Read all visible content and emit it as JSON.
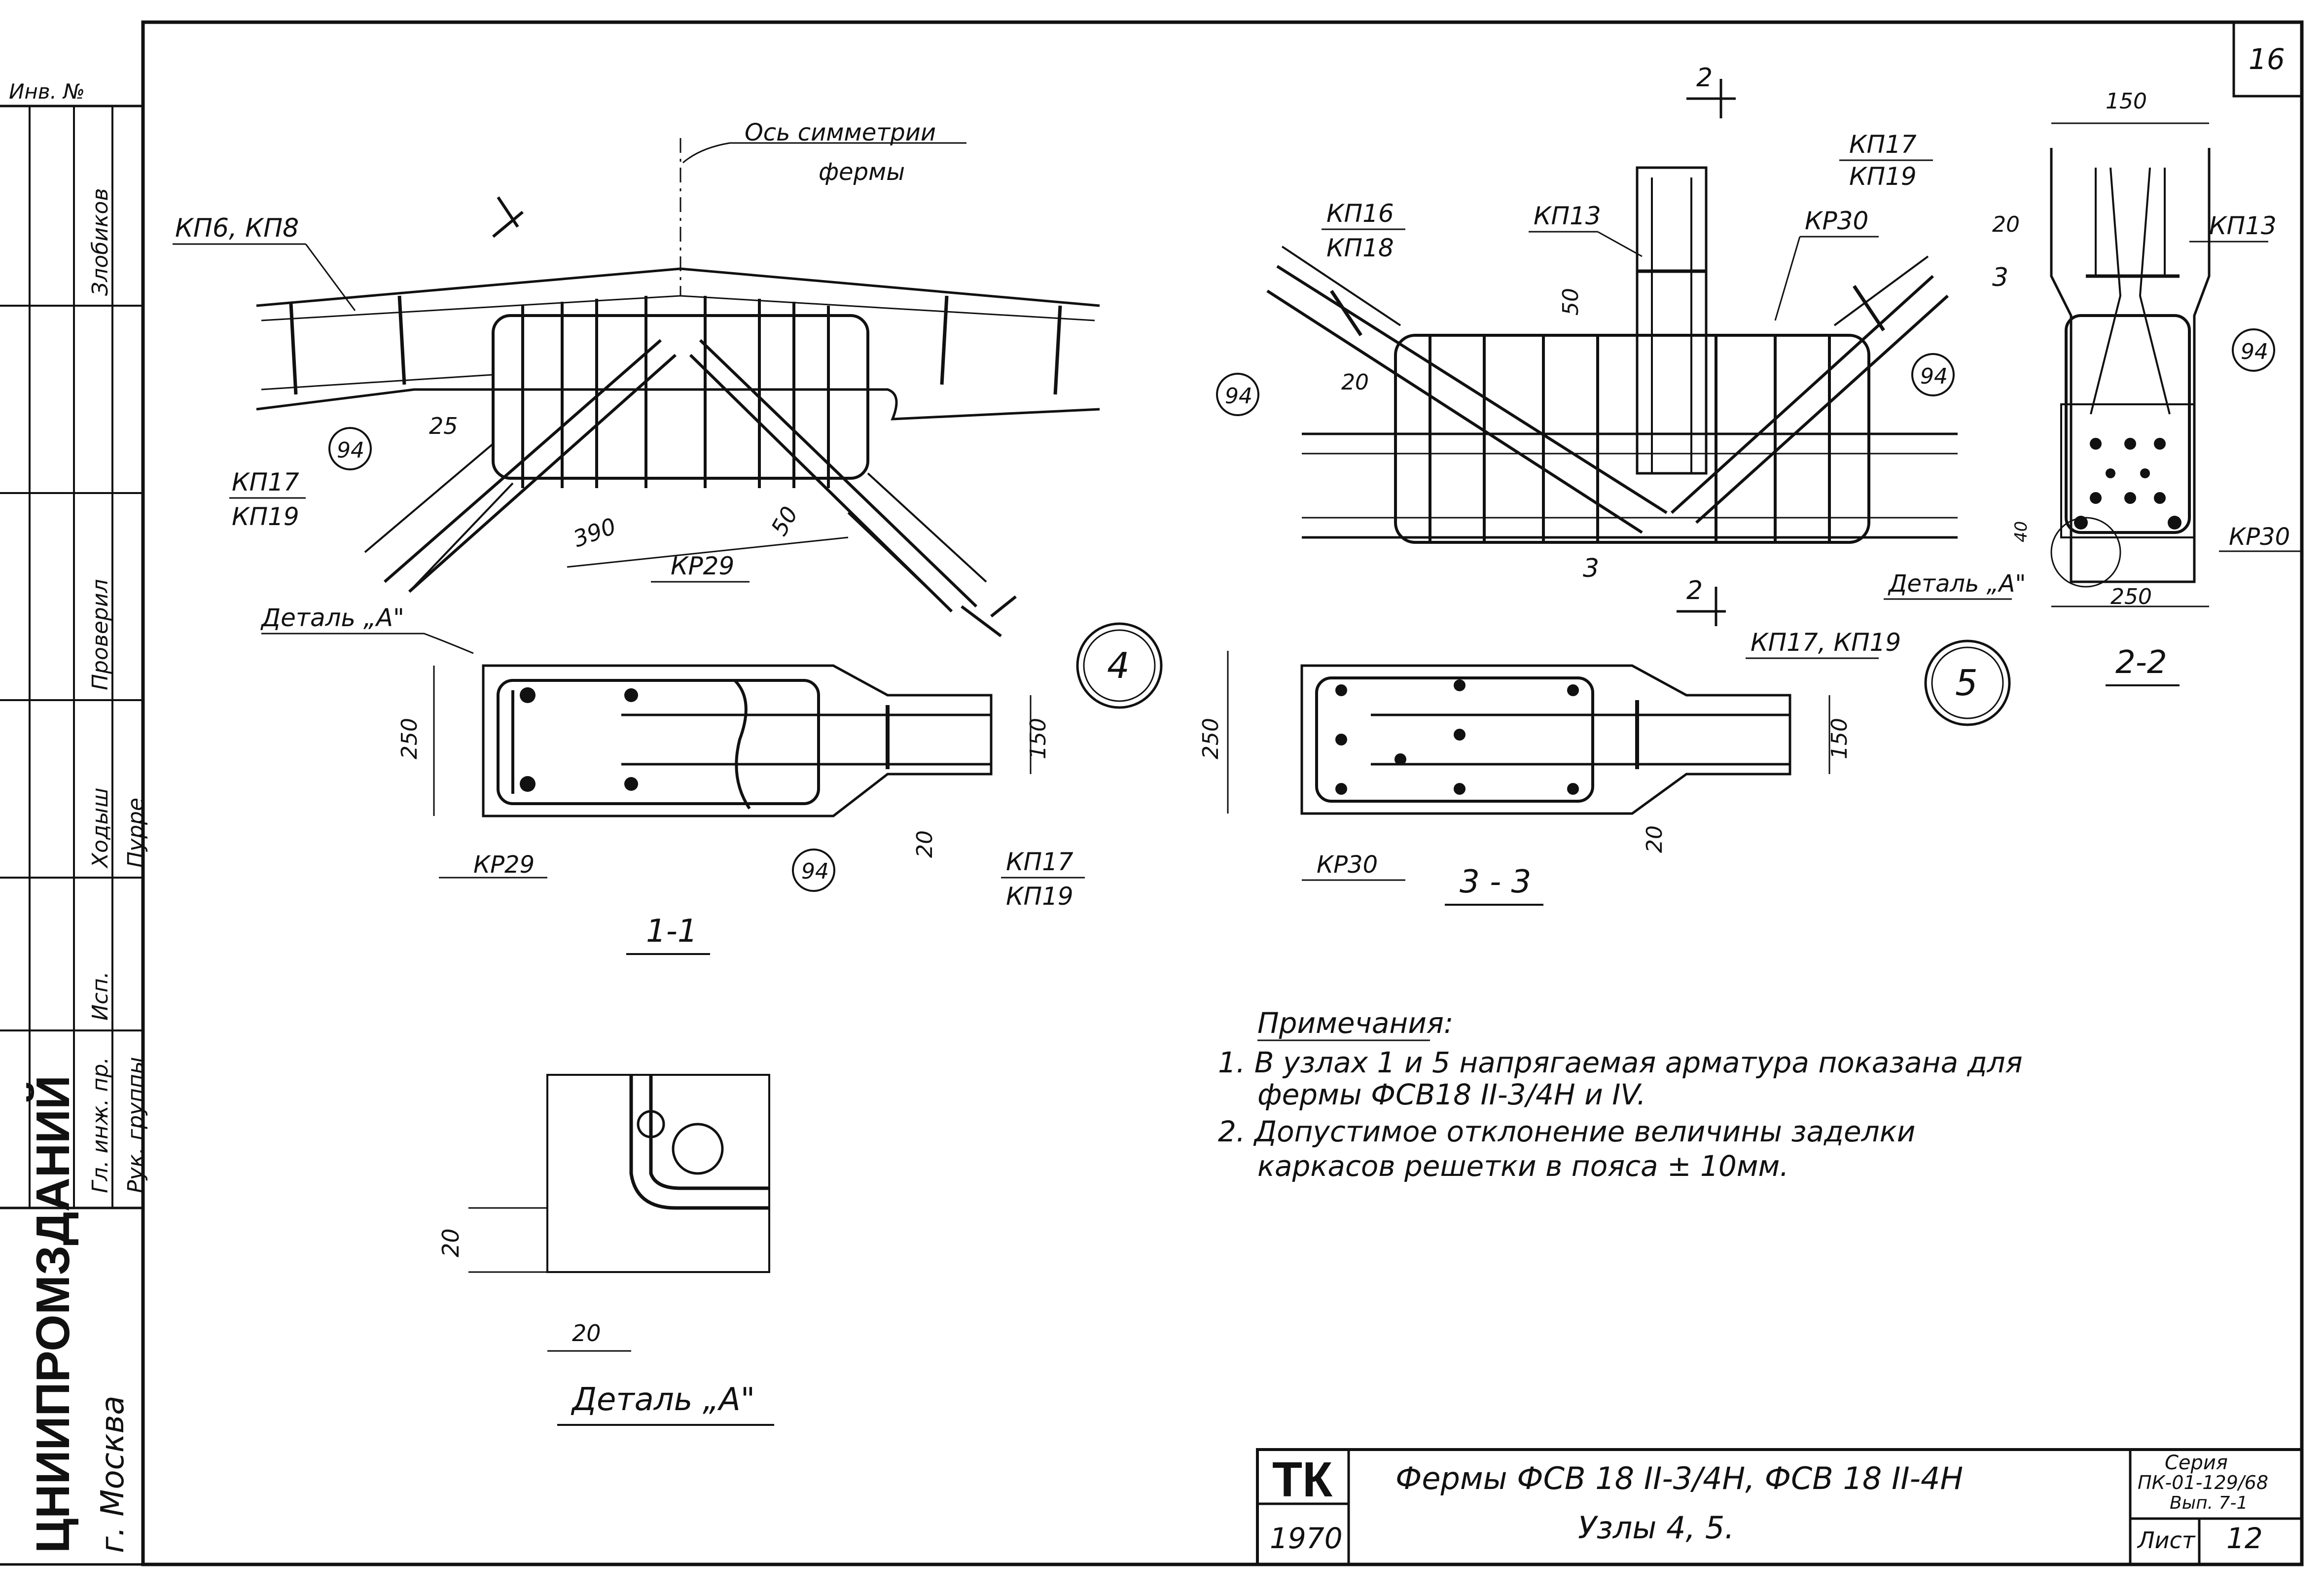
{
  "sheet_number": "16",
  "side_stamp": {
    "inv_no": "Инв. №",
    "row_labels": [
      "Гл. инж. пр.",
      "Рук. группы",
      "Исп.",
      "Ходыш",
      "Проверил",
      "Злобиков"
    ],
    "signatures": [
      "Ходыш",
      "Пурре"
    ],
    "org": "ЦНИИПРОМЗДАНИЙ",
    "city": "г. Москва"
  },
  "node4": {
    "axis_label": "Ось симметрии",
    "axis_label2": "фермы",
    "kp6": "КП6, КП8",
    "kp17": "КП17",
    "kp19": "КП19",
    "kr29": "КР29",
    "d25": "25",
    "d390": "390",
    "d50": "50",
    "call94": "94",
    "detail_ref": "Деталь „А\"",
    "node_no": "4"
  },
  "node5": {
    "cut2": "2",
    "cut3": "3",
    "kp16": "КП16",
    "kp18": "КП18",
    "kp13": "КП13",
    "kp17": "КП17",
    "kp19": "КП19",
    "kr30": "КР30",
    "d50": "50",
    "d20": "20",
    "call94a": "94",
    "call94b": "94",
    "node_no": "5"
  },
  "section22": {
    "d150": "150",
    "d20": "20",
    "kp13": "КП13",
    "call94": "94",
    "d40": "40",
    "kr30": "КР30",
    "detail_ref": "Деталь „А\"",
    "d250": "250",
    "cut3": "3",
    "title": "2-2"
  },
  "section11": {
    "d250": "250",
    "d150": "150",
    "d20": "20",
    "kr29": "КР29",
    "call94": "94",
    "kp17": "КП17",
    "kp19": "КП19",
    "title": "1-1"
  },
  "section33": {
    "kp1719": "КП17, КП19",
    "d250": "250",
    "d150": "150",
    "d20": "20",
    "kr30": "КР30",
    "title": "3 - 3"
  },
  "detailA": {
    "d20v": "20",
    "d20h": "20",
    "title": "Деталь „А\""
  },
  "notes": {
    "heading": "Примечания:",
    "line1": "1. В узлах 1 и 5 напрягаемая арматура показана для",
    "line1b": "фермы ФСВ18 II-3/4Н и IV.",
    "line2": "2. Допустимое отклонение величины заделки",
    "line2b": "каркасов решетки в пояса ± 10мм."
  },
  "title_block": {
    "code": "ТК",
    "year": "1970",
    "title1": "Фермы ФСВ 18 II-3/4Н, ФСВ 18 II-4Н",
    "title2": "Узлы 4, 5.",
    "series_label": "Серия",
    "series_value": "ПК-01-129/68",
    "issue": "Вып. 7-1",
    "sheet_label": "Лист",
    "sheet_value": "12"
  }
}
